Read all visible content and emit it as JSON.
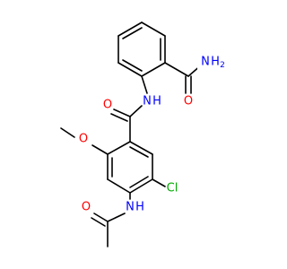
{
  "molecule": {
    "colors": {
      "carbon_bond": "#000000",
      "oxygen": "#ff0000",
      "nitrogen": "#0000ff",
      "chlorine": "#00aa00",
      "background": "#ffffff"
    },
    "atoms": {
      "amide_o": "O",
      "amide_nh": "N",
      "amide_nh_h": "H",
      "carbamoyl_o": "O",
      "carbamoyl_n": "N",
      "carbamoyl_h2": "H",
      "methoxy_o": "O",
      "chloro": "Cl",
      "acetamido_nh": "N",
      "acetamido_h": "H",
      "acetyl_o": "O"
    }
  }
}
